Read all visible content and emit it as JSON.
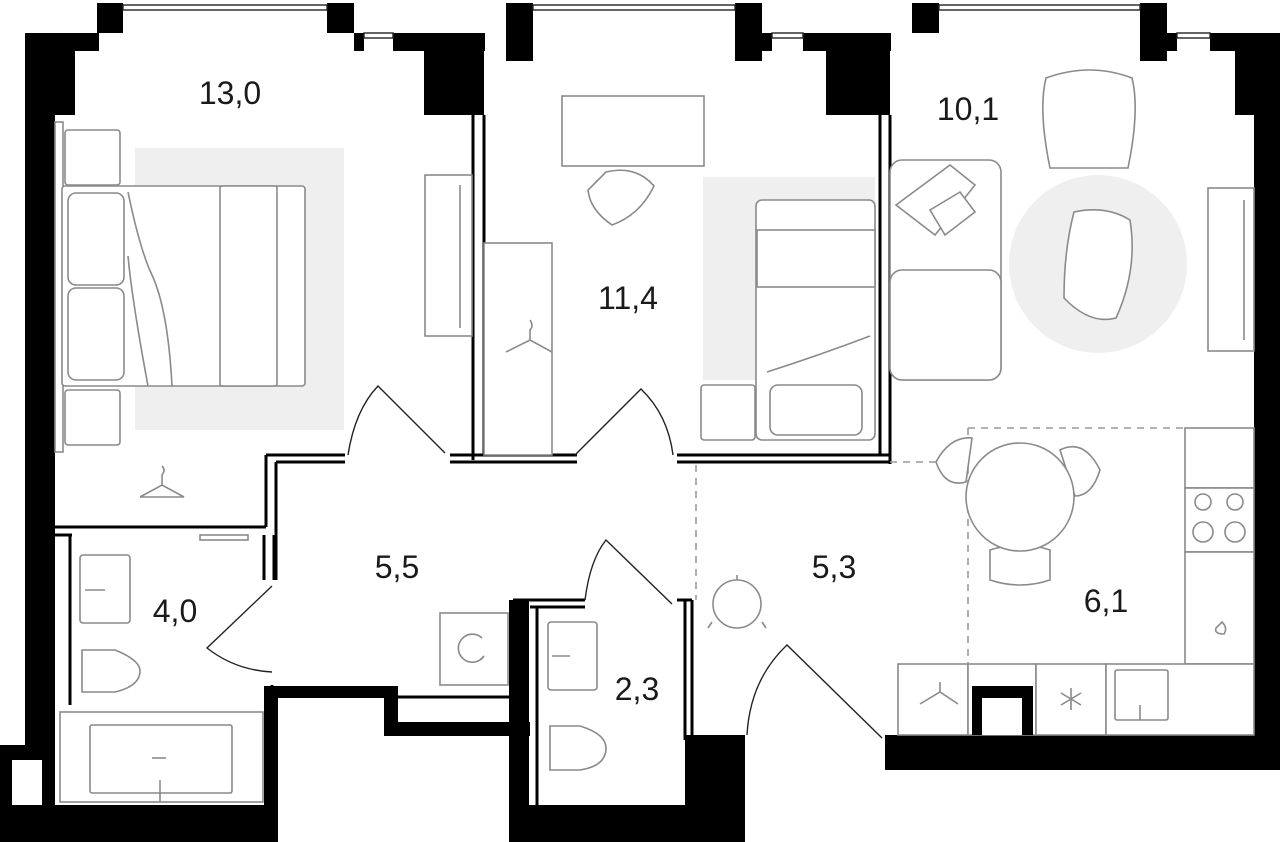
{
  "rooms": [
    {
      "name": "bedroom",
      "area": "13,0"
    },
    {
      "name": "study",
      "area": "11,4"
    },
    {
      "name": "living-room",
      "area": "10,1"
    },
    {
      "name": "bathroom",
      "area": "4,0"
    },
    {
      "name": "hallway",
      "area": "5,5"
    },
    {
      "name": "entrance-hall",
      "area": "5,3"
    },
    {
      "name": "kitchen",
      "area": "6,1"
    },
    {
      "name": "wc",
      "area": "2,3"
    }
  ],
  "colors": {
    "wall": "#000000",
    "furniture_stroke": "#8a8a8a",
    "rug": "#efefef"
  }
}
